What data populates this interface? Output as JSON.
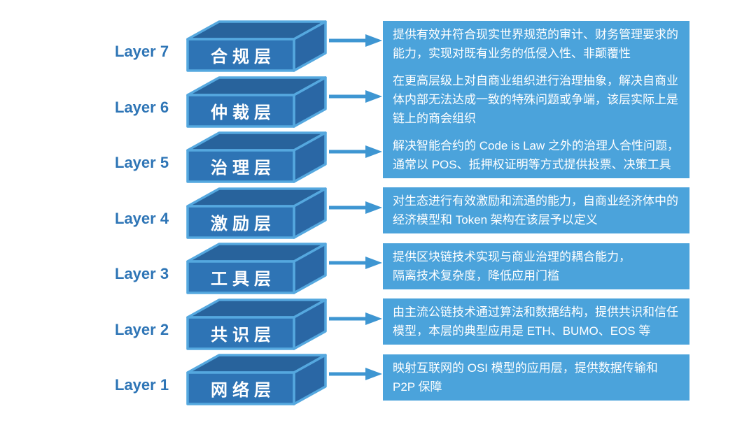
{
  "layers": [
    {
      "layer": "Layer 7",
      "name": "合规层",
      "description": [
        "提供有效并符合现实世界规范的审计、财务管理要求的",
        "能力，实现对既有业务的低侵入性、非颠覆性"
      ]
    },
    {
      "layer": "Layer 6",
      "name": "仲裁层",
      "description": [
        "在更高层级上对自商业组织进行治理抽象，解决自商业",
        "体内部无法达成一致的特殊问题或争端，该层实际上是",
        "链上的商会组织"
      ]
    },
    {
      "layer": "Layer 5",
      "name": "治理层",
      "description": [
        "解决智能合约的 Code is Law 之外的治理人合性问题，",
        "通常以 POS、抵押权证明等方式提供投票、决策工具"
      ]
    },
    {
      "layer": "Layer 4",
      "name": "激励层",
      "description": [
        "对生态进行有效激励和流通的能力，自商业经济体中的",
        "经济模型和 Token 架构在该层予以定义"
      ]
    },
    {
      "layer": "Layer 3",
      "name": "工具层",
      "description": [
        "提供区块链技术实现与商业治理的耦合能力，",
        "隔离技术复杂度，降低应用门槛"
      ]
    },
    {
      "layer": "Layer 2",
      "name": "共识层",
      "description": [
        "由主流公链技术通过算法和数据结构，提供共识和信任",
        "模型，本层的典型应用是 ETH、BUMO、EOS 等"
      ]
    },
    {
      "layer": "Layer 1",
      "name": "网络层",
      "description": [
        "映射互联网的 OSI 模型的应用层，提供数据传输和",
        "P2P 保障"
      ]
    }
  ],
  "colors": {
    "label_text": "#2E75B6",
    "box_front": "#2E74B5",
    "box_top": "#28639C",
    "box_right": "#2A67A5",
    "box_outline": "#55A8DF",
    "arrow": "#3E96D2",
    "desc_bg": "#4BA3DB",
    "desc_text": "#FFFFFF"
  }
}
